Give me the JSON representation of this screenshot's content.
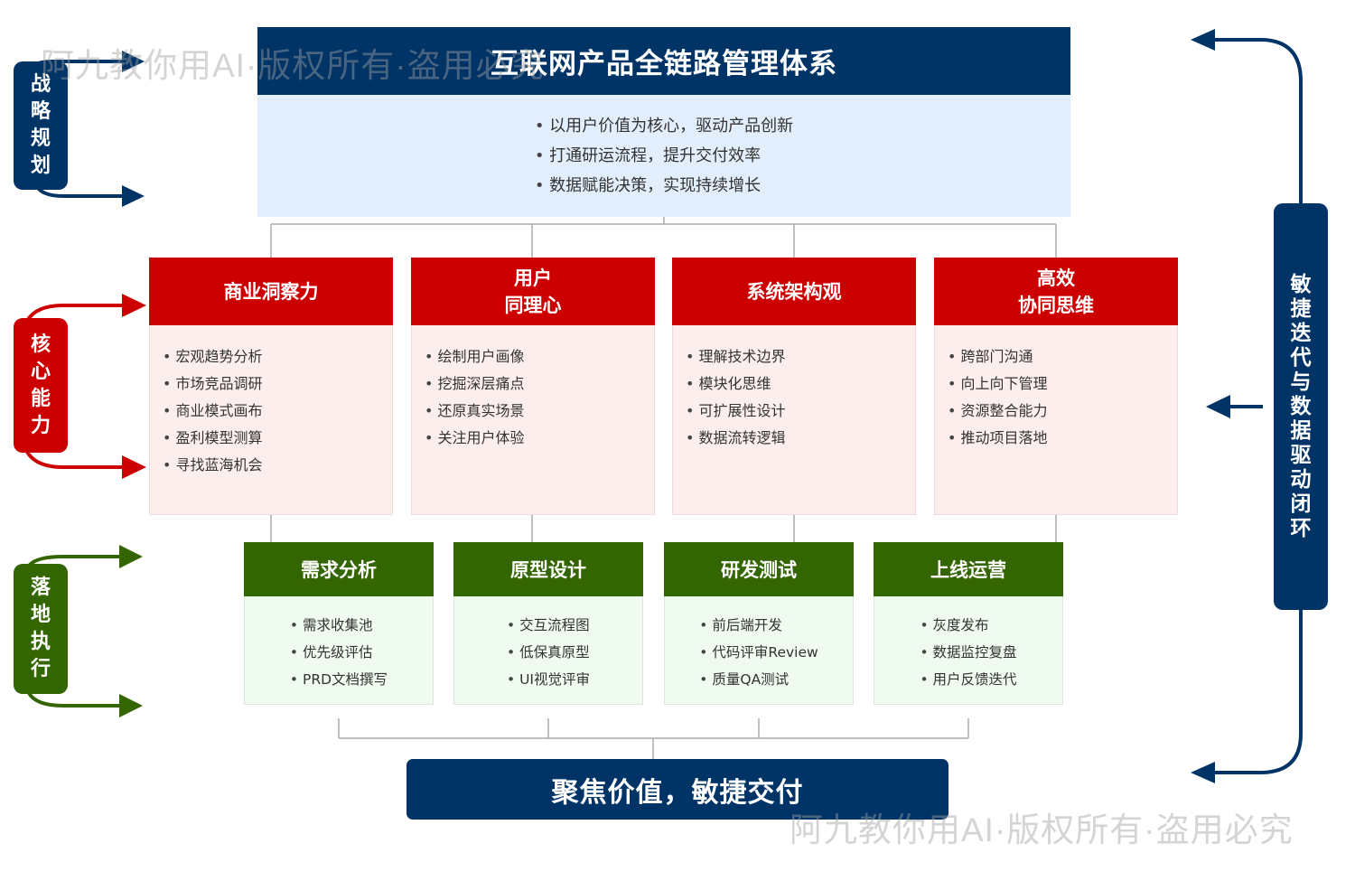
{
  "title": "互联网产品全链路管理体系",
  "top_points": [
    "以用户价值为核心，驱动产品创新",
    "打通研运流程，提升交付效率",
    "数据赋能决策，实现持续增长"
  ],
  "side_labels": {
    "strategy": "战略规划",
    "core": "核心能力",
    "execution": "落地执行",
    "agile_loop": "敏捷迭代与数据驱动闭环"
  },
  "core_capabilities": [
    {
      "title": "商业洞察力",
      "items": [
        "宏观趋势分析",
        "市场竞品调研",
        "商业模式画布",
        "盈利模型测算",
        "寻找蓝海机会"
      ]
    },
    {
      "title": "用户\n同理心",
      "items": [
        "绘制用户画像",
        "挖掘深层痛点",
        "还原真实场景",
        "关注用户体验"
      ]
    },
    {
      "title": "系统架构观",
      "items": [
        "理解技术边界",
        "模块化思维",
        "可扩展性设计",
        "数据流转逻辑"
      ]
    },
    {
      "title": "高效\n协同思维",
      "items": [
        "跨部门沟通",
        "向上向下管理",
        "资源整合能力",
        "推动项目落地"
      ]
    }
  ],
  "execution_stages": [
    {
      "title": "需求分析",
      "items": [
        "需求收集池",
        "优先级评估",
        "PRD文档撰写"
      ]
    },
    {
      "title": "原型设计",
      "items": [
        "交互流程图",
        "低保真原型",
        "UI视觉评审"
      ]
    },
    {
      "title": "研发测试",
      "items": [
        "前后端开发",
        "代码评审Review",
        "质量QA测试"
      ]
    },
    {
      "title": "上线运营",
      "items": [
        "灰度发布",
        "数据监控复盘",
        "用户反馈迭代"
      ]
    }
  ],
  "bottom_banner": "聚焦价值，敏捷交付",
  "watermark": "阿九教你用AI·版权所有·盗用必究",
  "colors": {
    "navy": "#003366",
    "red": "#cc0000",
    "green": "#336600",
    "light_blue": "#e3eefc",
    "light_red": "#fdeeee",
    "light_green": "#eefbee",
    "connector": "#aaaaaa"
  }
}
